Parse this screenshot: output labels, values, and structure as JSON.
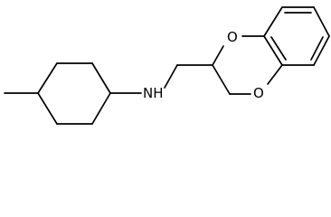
{
  "molecule": {
    "atoms": {
      "nitrogen": "NH",
      "oxygen_top": "O",
      "oxygen_bottom": "O"
    },
    "colors": {
      "bond": "#000000",
      "background": "#ffffff"
    }
  }
}
